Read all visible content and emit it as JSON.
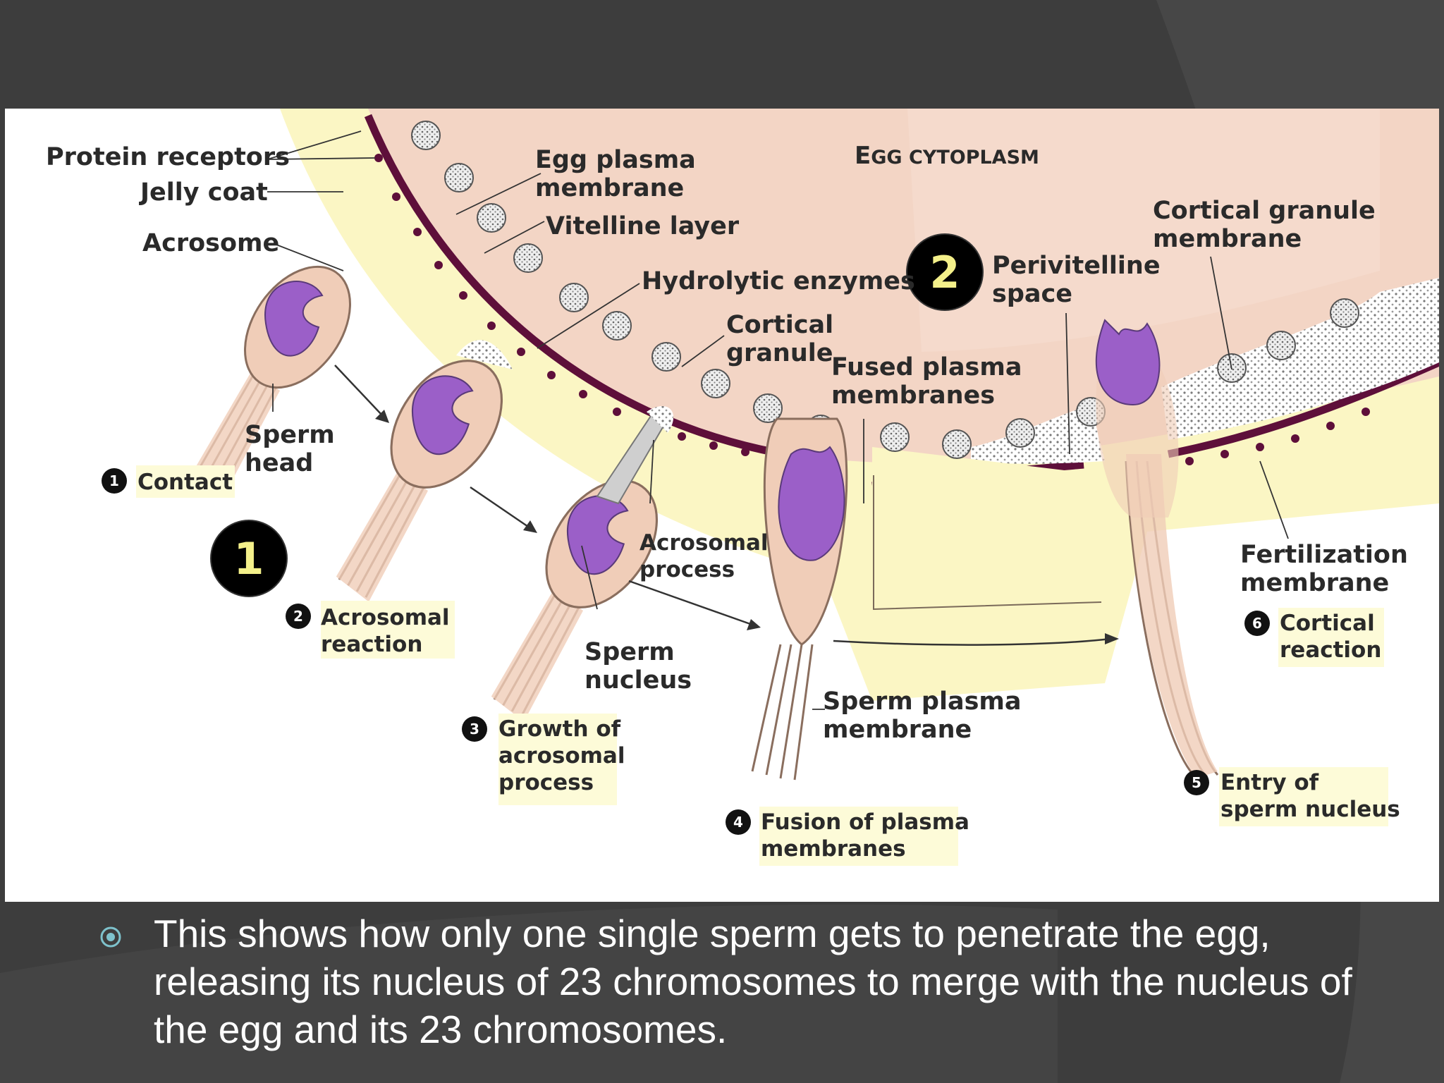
{
  "diagram": {
    "labels": {
      "protein_receptors": "Protein receptors",
      "jelly_coat": "Jelly coat",
      "acrosome": "Acrosome",
      "sperm_head_1": "Sperm",
      "sperm_head_2": "head",
      "egg_plasma_membrane_1": "Egg plasma",
      "egg_plasma_membrane_2": "membrane",
      "vitelline_layer": "Vitelline layer",
      "egg_cytoplasm_first": "E",
      "egg_cytoplasm_rest": "GG CYTOPLASM",
      "hydrolytic_enzymes": "Hydrolytic enzymes",
      "cortical_granule_1": "Cortical",
      "cortical_granule_2": "granule",
      "fused_plasma_1": "Fused plasma",
      "fused_plasma_2": "membranes",
      "perivitelline_1": "Perivitelline",
      "perivitelline_2": "space",
      "cortical_granule_membrane_1": "Cortical granule",
      "cortical_granule_membrane_2": "membrane",
      "acrosomal_process_1": "Acrosomal",
      "acrosomal_process_2": "process",
      "sperm_nucleus_1": "Sperm",
      "sperm_nucleus_2": "nucleus",
      "sperm_plasma_membrane_1": "Sperm plasma",
      "sperm_plasma_membrane_2": "membrane",
      "fertilization_membrane_1": "Fertilization",
      "fertilization_membrane_2": "membrane"
    },
    "steps": [
      {
        "num": "1",
        "line1": "Contact",
        "line2": ""
      },
      {
        "num": "2",
        "line1": "Acrosomal",
        "line2": "reaction"
      },
      {
        "num": "3",
        "line1": "Growth of",
        "line2": "acrosomal",
        "line3": "process"
      },
      {
        "num": "4",
        "line1": "Fusion of plasma",
        "line2": "membranes"
      },
      {
        "num": "5",
        "line1": "Entry of",
        "line2": "sperm nucleus"
      },
      {
        "num": "6",
        "line1": "Cortical",
        "line2": "reaction"
      }
    ],
    "badges": {
      "badge1": "1",
      "badge2": "2"
    }
  },
  "caption": {
    "text": "This shows how only one single sperm gets to penetrate the egg, releasing its nucleus of 23 chromosomes to merge with the nucleus of the egg and its 23 chromosomes."
  },
  "colors": {
    "background": "#3d3d3d",
    "egg_cytoplasm": "#f3d5c5",
    "jelly_coat": "#fbf6c4",
    "vitelline_layer": "#5e0f3a",
    "sperm_nucleus": "#9b5fc8",
    "sperm_body": "#f0cdb8",
    "label_highlight": "#fdfbd8",
    "badge_fill": "#000000",
    "badge_text": "#f4f08a",
    "bullet": "#7ec2cc",
    "caption_text": "#ffffff"
  }
}
